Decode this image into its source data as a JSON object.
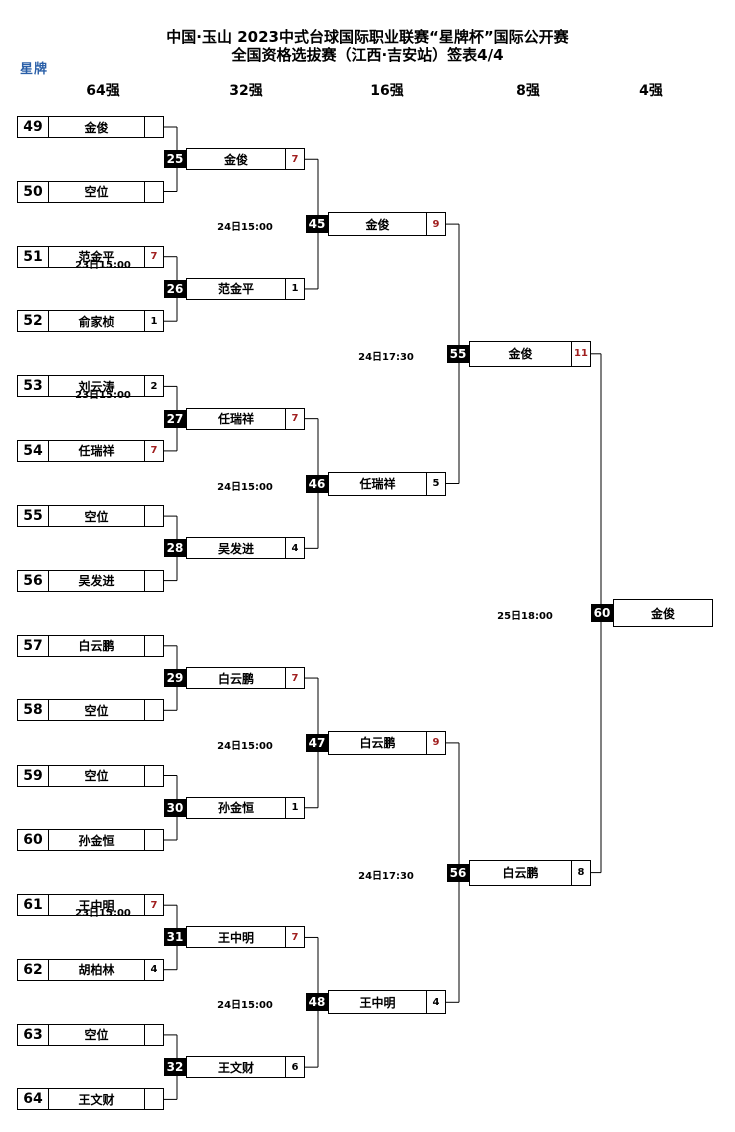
{
  "header": {
    "title_line1": "中国·玉山 2023中式台球国际职业联赛“星牌杯”国际公开赛",
    "title_line2": "全国资格选拔赛（江西·吉安站）签表4/4",
    "logo_text": "星牌"
  },
  "rounds": [
    "64强",
    "32强",
    "16强",
    "8强",
    "4强"
  ],
  "r64": [
    {
      "seed": "49",
      "name": "金俊",
      "score": ""
    },
    {
      "seed": "50",
      "name": "空位",
      "score": ""
    },
    {
      "seed": "51",
      "name": "范金平",
      "score": "7"
    },
    {
      "seed": "52",
      "name": "俞家桢",
      "score": "1"
    },
    {
      "seed": "53",
      "name": "刘云涛",
      "score": "2"
    },
    {
      "seed": "54",
      "name": "任瑞祥",
      "score": "7"
    },
    {
      "seed": "55",
      "name": "空位",
      "score": ""
    },
    {
      "seed": "56",
      "name": "吴发进",
      "score": ""
    },
    {
      "seed": "57",
      "name": "白云鹏",
      "score": ""
    },
    {
      "seed": "58",
      "name": "空位",
      "score": ""
    },
    {
      "seed": "59",
      "name": "空位",
      "score": ""
    },
    {
      "seed": "60",
      "name": "孙金恒",
      "score": ""
    },
    {
      "seed": "61",
      "name": "王中明",
      "score": "7"
    },
    {
      "seed": "62",
      "name": "胡柏林",
      "score": "4"
    },
    {
      "seed": "63",
      "name": "空位",
      "score": ""
    },
    {
      "seed": "64",
      "name": "王文财",
      "score": ""
    }
  ],
  "r64_times": [
    {
      "label": "23日15:00",
      "after_pair": 1
    },
    {
      "label": "23日15:00",
      "after_pair": 2
    },
    {
      "label": "23日15:00",
      "after_pair": 6
    }
  ],
  "r32": [
    {
      "match": "25",
      "name": "金俊",
      "score": "7"
    },
    {
      "match": "26",
      "name": "范金平",
      "score": "1"
    },
    {
      "match": "27",
      "name": "任瑞祥",
      "score": "7"
    },
    {
      "match": "28",
      "name": "吴发进",
      "score": "4"
    },
    {
      "match": "29",
      "name": "白云鹏",
      "score": "7"
    },
    {
      "match": "30",
      "name": "孙金恒",
      "score": "1"
    },
    {
      "match": "31",
      "name": "王中明",
      "score": "7"
    },
    {
      "match": "32",
      "name": "王文财",
      "score": "6"
    }
  ],
  "r16": [
    {
      "match": "45",
      "name": "金俊",
      "score": "9",
      "time": "24日15:00"
    },
    {
      "match": "46",
      "name": "任瑞祥",
      "score": "5",
      "time": "24日15:00"
    },
    {
      "match": "47",
      "name": "白云鹏",
      "score": "9",
      "time": "24日15:00"
    },
    {
      "match": "48",
      "name": "王中明",
      "score": "4",
      "time": "24日15:00"
    }
  ],
  "r8": [
    {
      "match": "55",
      "name": "金俊",
      "score": "11",
      "time": "24日17:30"
    },
    {
      "match": "56",
      "name": "白云鹏",
      "score": "8",
      "time": "24日17:30"
    }
  ],
  "r4": [
    {
      "match": "60",
      "name": "金俊",
      "time": "25日18:00"
    }
  ],
  "colors": {
    "win_score": "#a01e1e",
    "match_badge": "#000000",
    "logo": "#2a5fa8"
  }
}
